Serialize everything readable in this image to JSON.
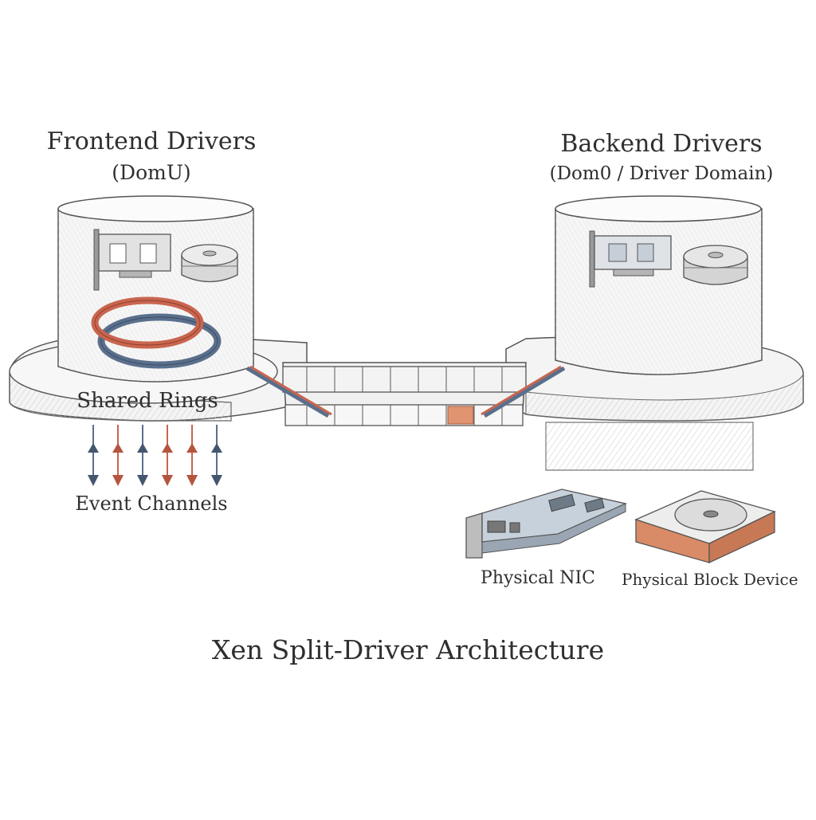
{
  "diagram": {
    "frontend_title": "Frontend Drivers",
    "frontend_subtitle": "(DomU)",
    "backend_title": "Backend Drivers",
    "backend_subtitle": "(Dom0 / Driver Domain)",
    "shared_rings_label": "Shared Rings",
    "event_channels_label": "Event Channels",
    "physical_nic_label": "Physical NIC",
    "physical_block_label": "Physical Block Device",
    "caption": "Xen Split-Driver Architecture"
  },
  "colors": {
    "ink": "#3a3a3a",
    "accent_red": "#c9654e",
    "accent_blue": "#5a6f8c",
    "highlight_slot": "#e0946f"
  },
  "icons": [
    "nic-card-icon",
    "disk-icon",
    "ring-icon",
    "arrow-updown-icon"
  ]
}
